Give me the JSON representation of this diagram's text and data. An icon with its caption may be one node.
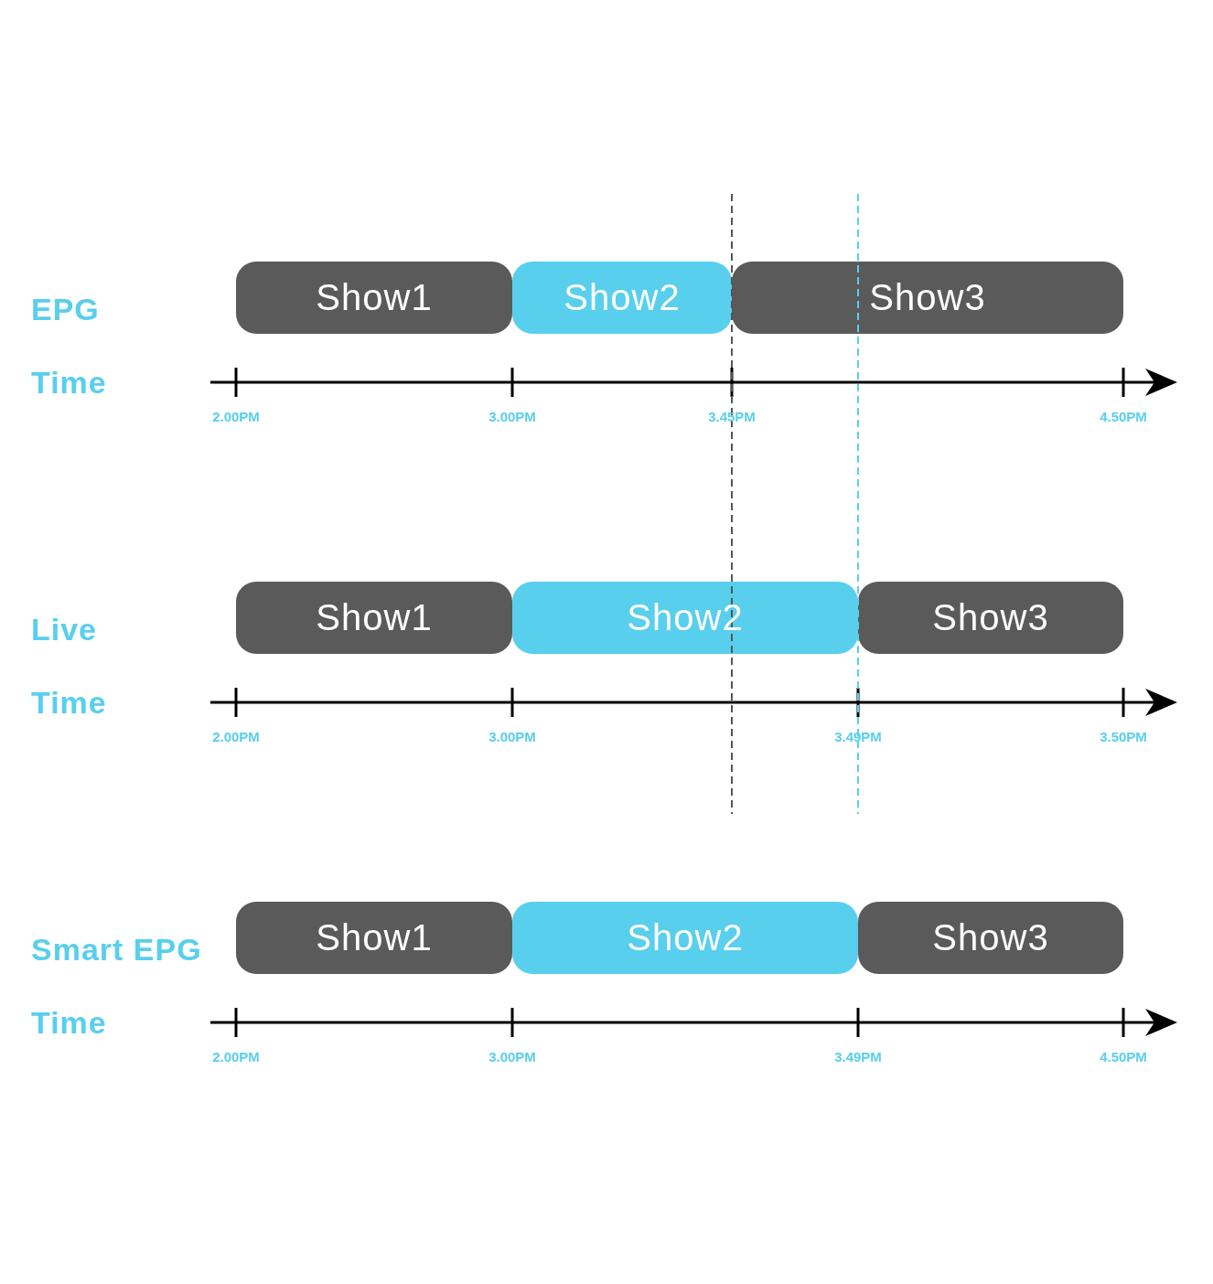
{
  "diagram": {
    "nodes": [
      {
        "text": [
          "Show1"
        ]
      },
      {
        "text": [
          "Show2"
        ]
      },
      {
        "text": [
          "Show3"
        ]
      },
      {
        "text": [
          "Show1"
        ]
      },
      {
        "text": [
          "Show2"
        ]
      },
      {
        "text": [
          "Show3"
        ]
      },
      {
        "text": [
          "Show1"
        ]
      },
      {
        "text": [
          "Show2"
        ]
      },
      {
        "text": [
          "Show3"
        ]
      }
    ],
    "labels": [
      "EPG",
      "Time",
      "2.00PM",
      "3.00PM",
      "3.45PM",
      "4.50PM",
      "Live",
      "Time",
      "2.00PM",
      "3.00PM",
      "3.49PM",
      "3.50PM",
      "Smart EPG",
      "Time",
      "2.00PM",
      "3.00PM",
      "3.49PM",
      "4.50PM"
    ]
  }
}
